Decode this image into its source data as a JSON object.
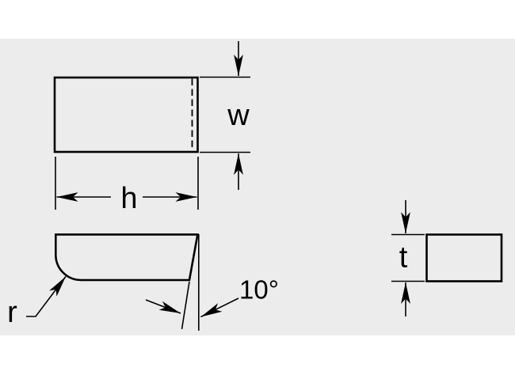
{
  "page": {
    "colors": {
      "background": "#ffffff",
      "drawing_area": "#ececec",
      "line": "#000000"
    }
  },
  "labels": {
    "width": "w",
    "length": "h",
    "radius": "r",
    "angle": "10°",
    "thickness": "t"
  }
}
